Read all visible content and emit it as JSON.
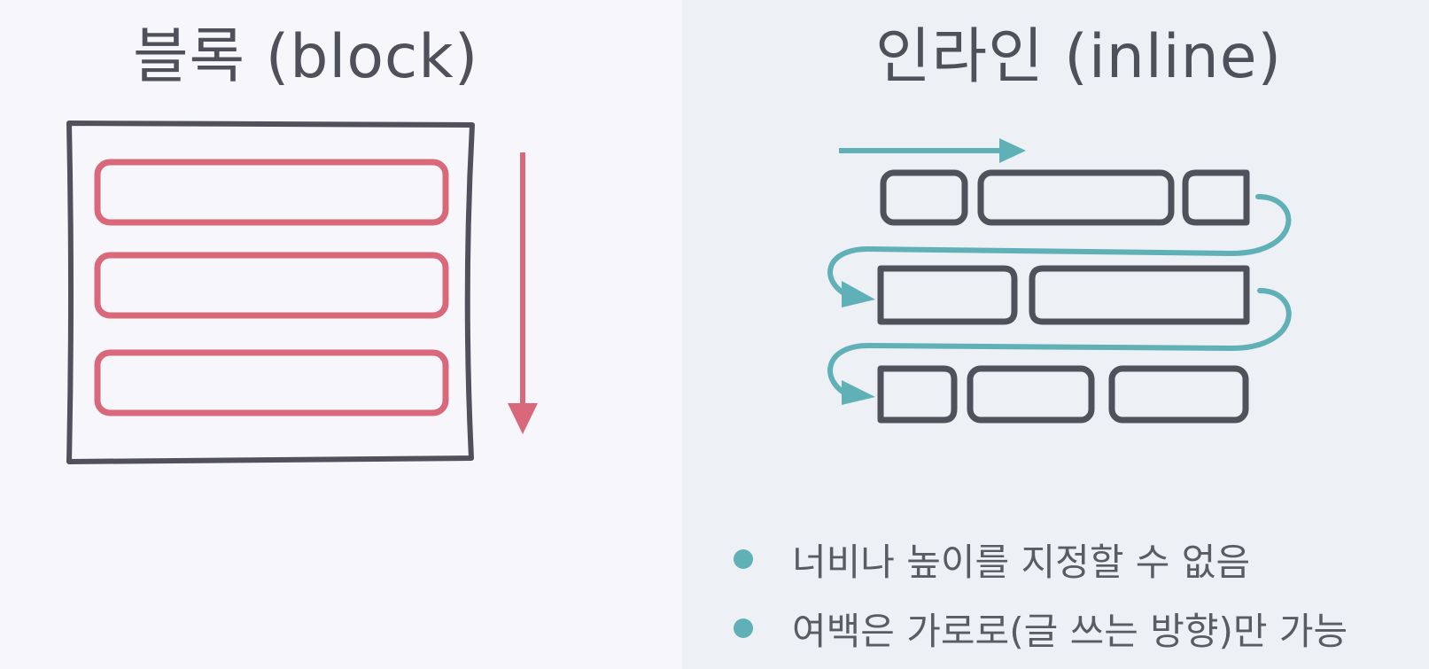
{
  "block": {
    "title": "블록 (block)",
    "colors": {
      "frame": "#50515a",
      "child": "#d9687a",
      "arrow": "#d9687a"
    }
  },
  "inline": {
    "title": "인라인 (inline)",
    "colors": {
      "box": "#50515a",
      "flow": "#5fb0b7"
    },
    "bullets": [
      "너비나 높이를 지정할 수 없음",
      "여백은 가로로(글 쓰는 방향)만 가능"
    ]
  }
}
